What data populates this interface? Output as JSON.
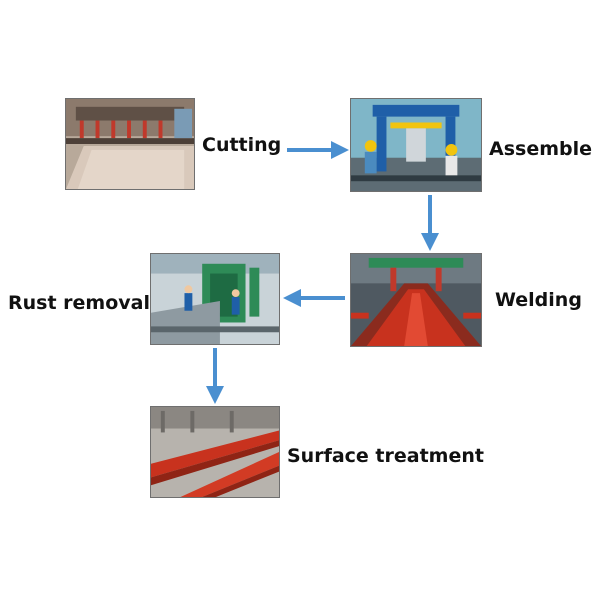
{
  "diagram": {
    "steps": [
      {
        "id": "cutting",
        "label": "Cutting",
        "photo": "cutting-machine-photo"
      },
      {
        "id": "assemble",
        "label": "Assemble",
        "photo": "assembly-gantry-photo"
      },
      {
        "id": "welding",
        "label": "Welding",
        "photo": "welding-line-photo"
      },
      {
        "id": "rust-removal",
        "label": "Rust removal",
        "photo": "shot-blasting-photo"
      },
      {
        "id": "surface-treatment",
        "label": "Surface treatment",
        "photo": "painted-beams-photo"
      }
    ],
    "colors": {
      "arrow": "#4a8fd0",
      "steel_red": "#c8321e",
      "gantry_blue": "#1f5fa8",
      "machine_green": "#2e8b57"
    }
  }
}
